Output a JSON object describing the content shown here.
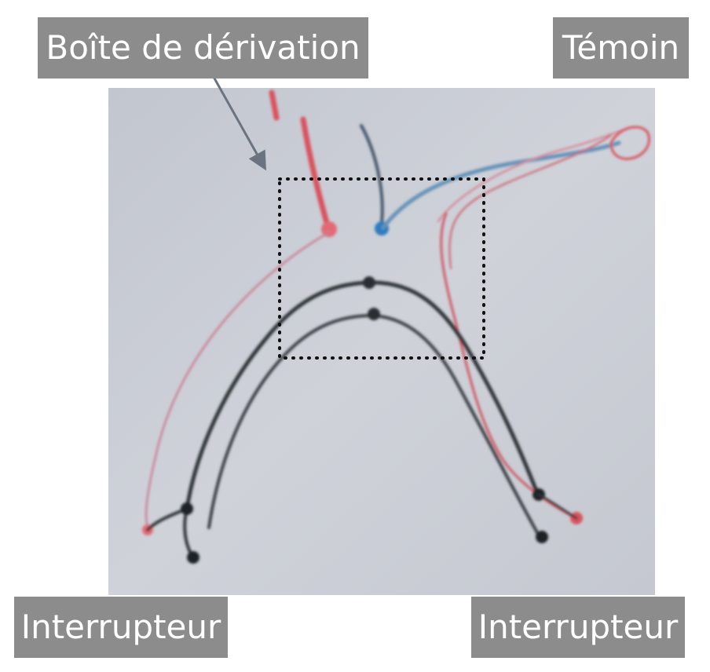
{
  "labels": {
    "junction_box": "Boîte de dérivation",
    "indicator": "Témoin",
    "switch_left": "Interrupteur",
    "switch_right": "Interrupteur"
  },
  "colors": {
    "label_background": "#8c8c8c",
    "label_text": "#ffffff",
    "board": "#c9ccd4",
    "wire_red": "#d9535f",
    "wire_blue": "#3f7fb8",
    "wire_black": "#2f3438",
    "pointer_arrow": "#6b7380",
    "dotted_box": "#111111"
  }
}
